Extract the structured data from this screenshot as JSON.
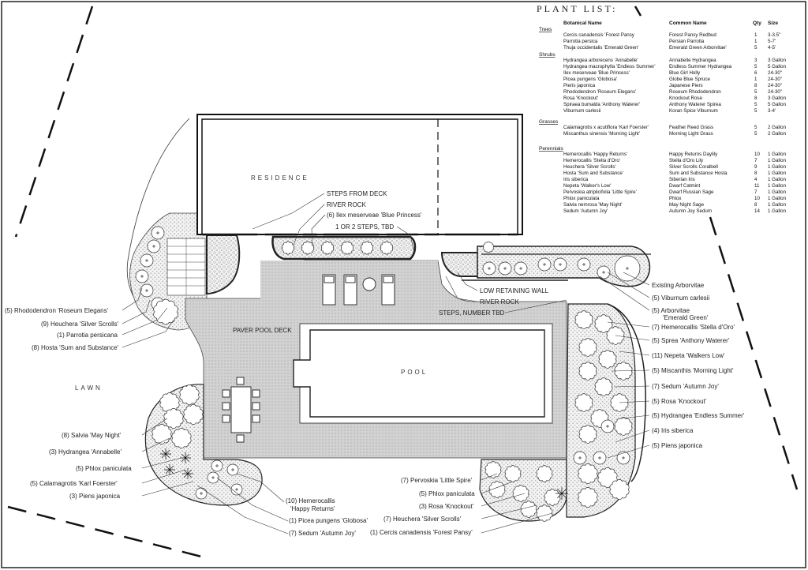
{
  "plant_list": {
    "title": "PLANT LIST:",
    "headers": {
      "botanical": "Botanical Name",
      "common": "Common Name",
      "qty": "Qty",
      "size": "Size"
    },
    "categories": [
      {
        "name": "Trees",
        "rows": [
          [
            "Cercis canadensis 'Forest Pansy",
            "Forest Pansy Redbud",
            "1",
            "3-3.5\""
          ],
          [
            "Parrotia persica",
            "Persian Parrotia",
            "1",
            "5-7'"
          ],
          [
            "Thuja occidentalis 'Emerald Green'",
            "Emerald Green Arborvitae'",
            "5",
            "4-5'"
          ]
        ]
      },
      {
        "name": "Shrubs",
        "rows": [
          [
            "Hydrangea arborecens 'Annabelle'",
            "Annabelle Hydrangea",
            "3",
            "3 Gallon"
          ],
          [
            "Hydrangea macrophylla 'Endless Summer'",
            "Endless Summer Hydrangea",
            "5",
            "5 Gallon"
          ],
          [
            "Ilex meserveae 'Blue Princess'",
            "Blue Girl Holly",
            "6",
            "24-30\""
          ],
          [
            "Picea pungens 'Globosa'",
            "Globe Blue Spruce",
            "1",
            "24-30\""
          ],
          [
            "Pieris japonica",
            "Japanese Piers",
            "8",
            "24-30\""
          ],
          [
            "Rhododendron 'Roseum Elegans'",
            "Roseum Rhododendron",
            "5",
            "24-30\""
          ],
          [
            "Rosa 'Knockout'",
            "Knockout Rose",
            "8",
            "3 Gallon"
          ],
          [
            "Spiraea bumalda 'Anthony Waterer'",
            "Anthony Waterer Spirea",
            "5",
            "5 Gallon"
          ],
          [
            "Viburnum carlesii",
            "Koran Spice Viburnum",
            "5",
            "3-4'"
          ]
        ]
      },
      {
        "name": "Grasses",
        "rows": [
          [
            "Calamagrotis x acutiflora 'Karl Foerster'",
            "Feather Reed Grass",
            "5",
            "2 Gallon"
          ],
          [
            "Miscanthus sinensis 'Morning Light'",
            "Morning Light  Grass",
            "5",
            "2 Gallon"
          ]
        ]
      },
      {
        "name": "Perennials",
        "rows": [
          [
            "Hemerocallis 'Happy Returns'",
            "Happy Returns Daylily",
            "10",
            "1 Gallon"
          ],
          [
            "Hemerocallis 'Stella d'Oro'",
            "Stella d'Oro Lily",
            "7",
            "1 Gallon"
          ],
          [
            "Heuchera 'Silver Scrolls'",
            "Silver Scrolls Coralbell",
            "9",
            "1 Gallon"
          ],
          [
            "Hosta 'Sum and Substance'",
            "Sum and Substance Hosta",
            "8",
            "1 Gallon"
          ],
          [
            "Iris siberica",
            "Siberian Iris",
            "4",
            "1 Gallon"
          ],
          [
            "Nepeta 'Walker's Low'",
            "Dwarf Catmint",
            "11",
            "1 Gallon"
          ],
          [
            "Pervoskia atriplicifolia 'Little Spire'",
            "Dwarf Russian Sage",
            "7",
            "1 Gallon"
          ],
          [
            "Phlox paniculata",
            "Phlox",
            "10",
            "1 Gallon"
          ],
          [
            "Salvia nemrosa 'May Night'",
            "May Night Sage",
            "8",
            "1 Gallon"
          ],
          [
            "Sedum 'Autumn Joy'",
            "Autumn Joy Sedum",
            "14",
            "1 Gallon"
          ]
        ]
      }
    ]
  },
  "plan": {
    "residence": "RESIDENCE",
    "pool": "POOL",
    "paver_deck": "PAVER POOL DECK",
    "lawn": "LAWN"
  },
  "callouts": {
    "top": [
      "STEPS FROM DECK",
      "RIVER ROCK",
      "(6) Ilex meserveae 'Blue Princess'",
      "1 OR 2 STEPS, TBD"
    ],
    "center": [
      "LOW RETAINING WALL",
      "RIVER ROCK",
      "STEPS, NUMBER TBD"
    ],
    "left": [
      "(5) Rhododendron 'Roseum Elegans'",
      "(9) Heuchera 'Silver Scrolls'",
      "(1) Parrotia persicana",
      "(8) Hosta 'Sum and Substance'"
    ],
    "lower_left": [
      "(8) Salvia 'May Night'",
      "(3) Hydrangea 'Annabelle'",
      "(5) Phlox paniculata",
      "(5) Calamagrotis 'Karl Foerster'",
      "(3) Piens japonica"
    ],
    "bottom": [
      "(10) Hemerocallis",
      "'Happy Returns'",
      "(1) Picea pungens 'Globosa'",
      "(7) Sedum 'Autumn Joy'"
    ],
    "bottom_right": [
      "(7) Pervoskia 'Little Spire'",
      "(5) Phlox paniculata",
      "(3) Rosa 'Knockout'",
      "(7) Heuchera 'Silver Scrolls'",
      "(1) Cercis canadensis 'Forest Pansy'"
    ],
    "right": [
      "Existing Arborvitae",
      "(5) Viburnum carlesii",
      "(5) Arborvitae",
      "'Emerald Green'",
      "(7) Hemerocallis 'Stella d'Oro'",
      "(5) Sprea 'Anthony Waterer'",
      "(11) Nepeta 'Walkers Low'",
      "(5) Miscanthis 'Morning Light'",
      "(7) Sedum 'Autumn Joy'",
      "(5) Rosa 'Knockout'",
      "(5) Hydrangea 'Endless Summer'",
      "(4) Iris siberica",
      "(5) Piens japonica"
    ]
  }
}
